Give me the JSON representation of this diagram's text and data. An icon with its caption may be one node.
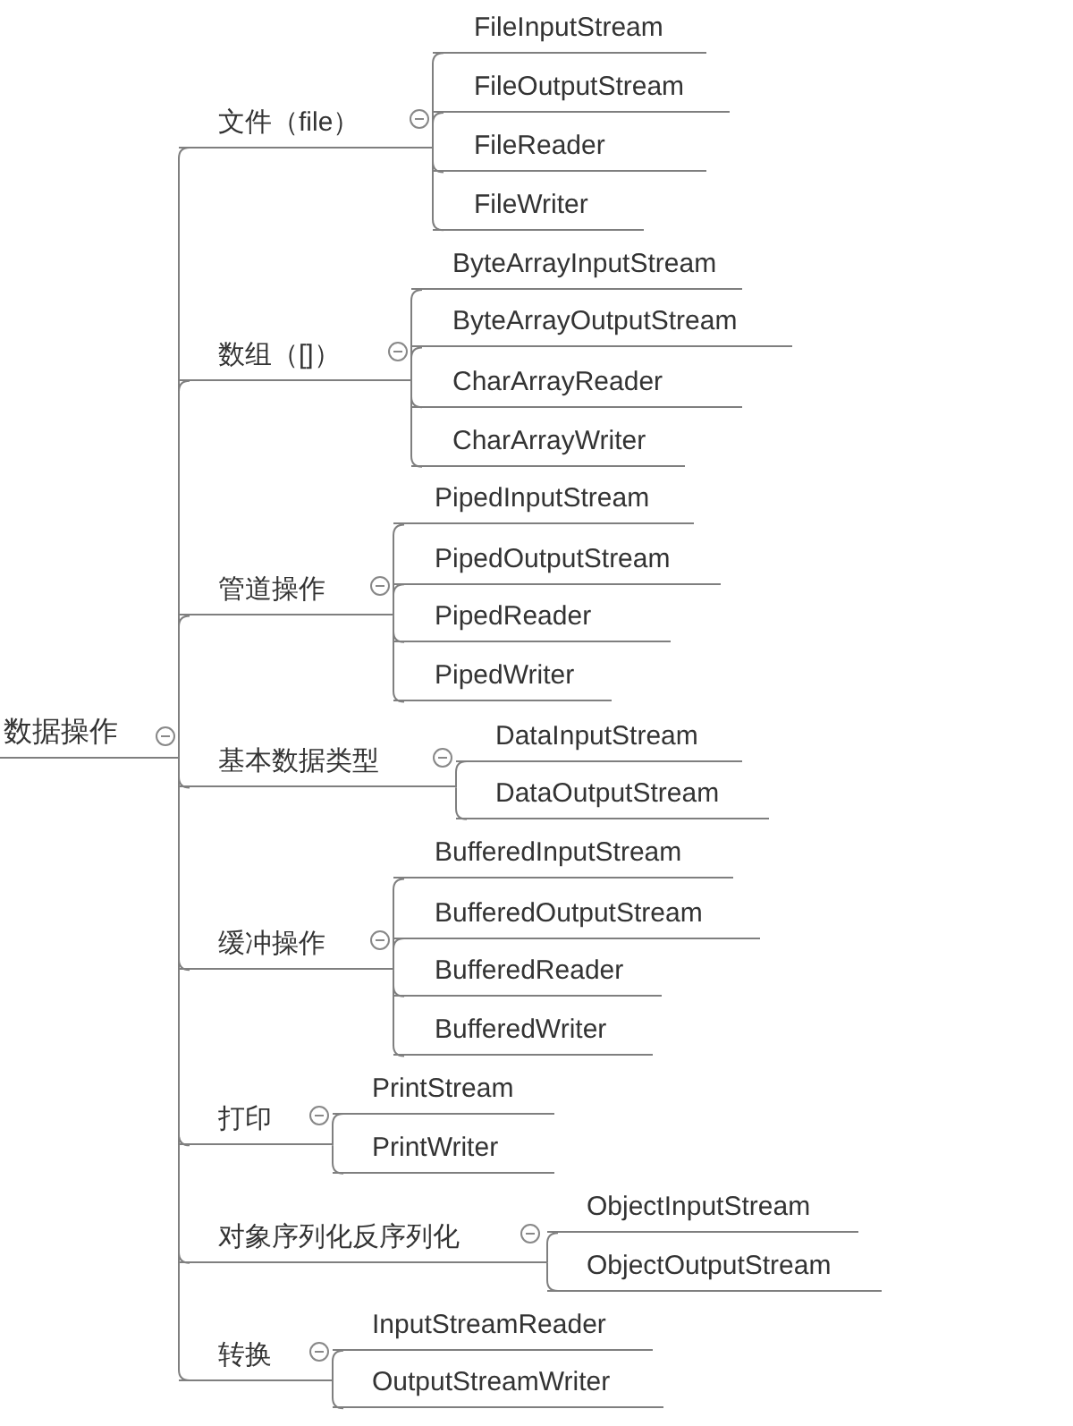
{
  "diagram": {
    "nodes": [
      {
        "text": [
          "数据操作"
        ]
      },
      {
        "text": [
          "文件（file）"
        ]
      },
      {
        "text": [
          "FileInputStream"
        ]
      },
      {
        "text": [
          "FileOutputStream"
        ]
      },
      {
        "text": [
          "FileReader"
        ]
      },
      {
        "text": [
          "FileWriter"
        ]
      },
      {
        "text": [
          "数组（[]）"
        ]
      },
      {
        "text": [
          "ByteArrayInputStream"
        ]
      },
      {
        "text": [
          "ByteArrayOutputStream"
        ]
      },
      {
        "text": [
          "CharArrayReader"
        ]
      },
      {
        "text": [
          "CharArrayWriter"
        ]
      },
      {
        "text": [
          "管道操作"
        ]
      },
      {
        "text": [
          "PipedInputStream"
        ]
      },
      {
        "text": [
          "PipedOutputStream"
        ]
      },
      {
        "text": [
          "PipedReader"
        ]
      },
      {
        "text": [
          "PipedWriter"
        ]
      },
      {
        "text": [
          "基本数据类型"
        ]
      },
      {
        "text": [
          "DataInputStream"
        ]
      },
      {
        "text": [
          "DataOutputStream"
        ]
      },
      {
        "text": [
          "缓冲操作"
        ]
      },
      {
        "text": [
          "BufferedInputStream"
        ]
      },
      {
        "text": [
          "BufferedOutputStream"
        ]
      },
      {
        "text": [
          "BufferedReader"
        ]
      },
      {
        "text": [
          "BufferedWriter"
        ]
      },
      {
        "text": [
          "打印"
        ]
      },
      {
        "text": [
          "PrintStream"
        ]
      },
      {
        "text": [
          "PrintWriter"
        ]
      },
      {
        "text": [
          "对象序列化反序列化"
        ]
      },
      {
        "text": [
          "ObjectInputStream"
        ]
      },
      {
        "text": [
          "ObjectOutputStream"
        ]
      },
      {
        "text": [
          "转换"
        ]
      },
      {
        "text": [
          "InputStreamReader"
        ]
      },
      {
        "text": [
          "OutputStreamWriter"
        ]
      }
    ],
    "edges": [
      {
        "from": 0,
        "to": 1,
        "arrow": "none"
      },
      {
        "from": 1,
        "to": 2,
        "arrow": "none"
      },
      {
        "from": 1,
        "to": 3,
        "arrow": "none"
      },
      {
        "from": 1,
        "to": 4,
        "arrow": "none"
      },
      {
        "from": 1,
        "to": 5,
        "arrow": "none"
      },
      {
        "from": 0,
        "to": 6,
        "arrow": "none"
      },
      {
        "from": 6,
        "to": 7,
        "arrow": "none"
      },
      {
        "from": 6,
        "to": 8,
        "arrow": "none"
      },
      {
        "from": 6,
        "to": 9,
        "arrow": "none"
      },
      {
        "from": 6,
        "to": 10,
        "arrow": "none"
      },
      {
        "from": 0,
        "to": 11,
        "arrow": "none"
      },
      {
        "from": 11,
        "to": 12,
        "arrow": "none"
      },
      {
        "from": 11,
        "to": 13,
        "arrow": "none"
      },
      {
        "from": 11,
        "to": 14,
        "arrow": "none"
      },
      {
        "from": 11,
        "to": 15,
        "arrow": "none"
      },
      {
        "from": 0,
        "to": 16,
        "arrow": "none"
      },
      {
        "from": 16,
        "to": 17,
        "arrow": "none"
      },
      {
        "from": 16,
        "to": 18,
        "arrow": "none"
      },
      {
        "from": 0,
        "to": 19,
        "arrow": "none"
      },
      {
        "from": 19,
        "to": 20,
        "arrow": "none"
      },
      {
        "from": 19,
        "to": 21,
        "arrow": "none"
      },
      {
        "from": 19,
        "to": 22,
        "arrow": "none"
      },
      {
        "from": 19,
        "to": 23,
        "arrow": "none"
      },
      {
        "from": 0,
        "to": 24,
        "arrow": "none"
      },
      {
        "from": 24,
        "to": 25,
        "arrow": "none"
      },
      {
        "from": 24,
        "to": 26,
        "arrow": "none"
      },
      {
        "from": 0,
        "to": 27,
        "arrow": "none"
      },
      {
        "from": 27,
        "to": 28,
        "arrow": "none"
      },
      {
        "from": 27,
        "to": 29,
        "arrow": "none"
      },
      {
        "from": 0,
        "to": 30,
        "arrow": "none"
      },
      {
        "from": 30,
        "to": 31,
        "arrow": "none"
      },
      {
        "from": 30,
        "to": 32,
        "arrow": "none"
      }
    ]
  }
}
